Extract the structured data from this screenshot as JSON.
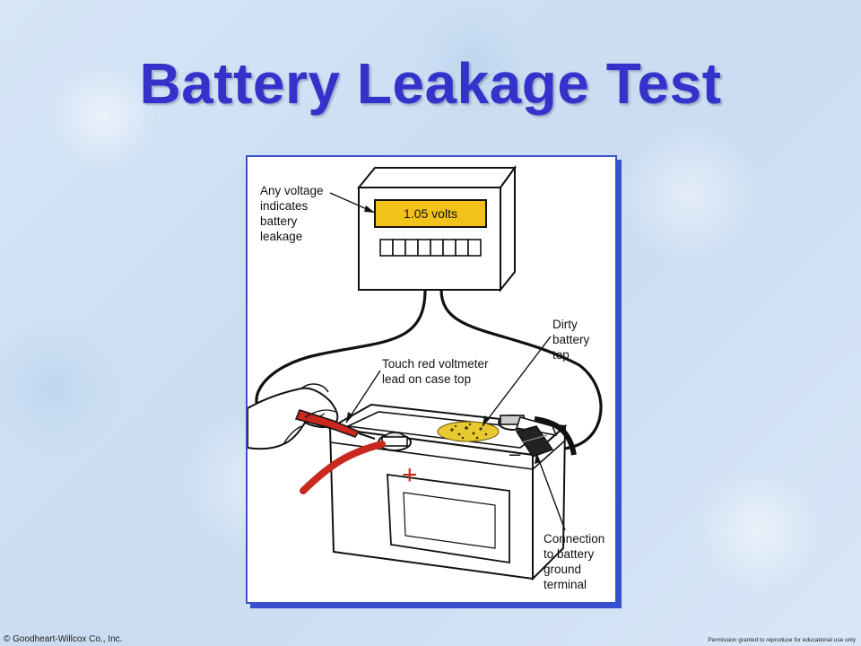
{
  "slide": {
    "title": "Battery Leakage Test",
    "copyright": "© Goodheart-Willcox Co., Inc.",
    "permission": "Permission granted to reproduce for educational use only"
  },
  "diagram": {
    "meter_reading": "1.05 volts",
    "labels": {
      "voltage": [
        "Any voltage",
        "indicates",
        "battery",
        "leakage"
      ],
      "touch_lead": [
        "Touch red voltmeter",
        "lead on case top"
      ],
      "dirty_top": [
        "Dirty",
        "battery",
        "top"
      ],
      "connection": [
        "Connection",
        "to battery",
        "ground",
        "terminal"
      ]
    },
    "plus_sign": "+",
    "minus_sign": "–"
  },
  "colors": {
    "title": "#3333cc",
    "frame": "#3a4fd0",
    "display": "#f2c21b",
    "lead_red": "#c8281e",
    "dirt": "#e9c930"
  }
}
